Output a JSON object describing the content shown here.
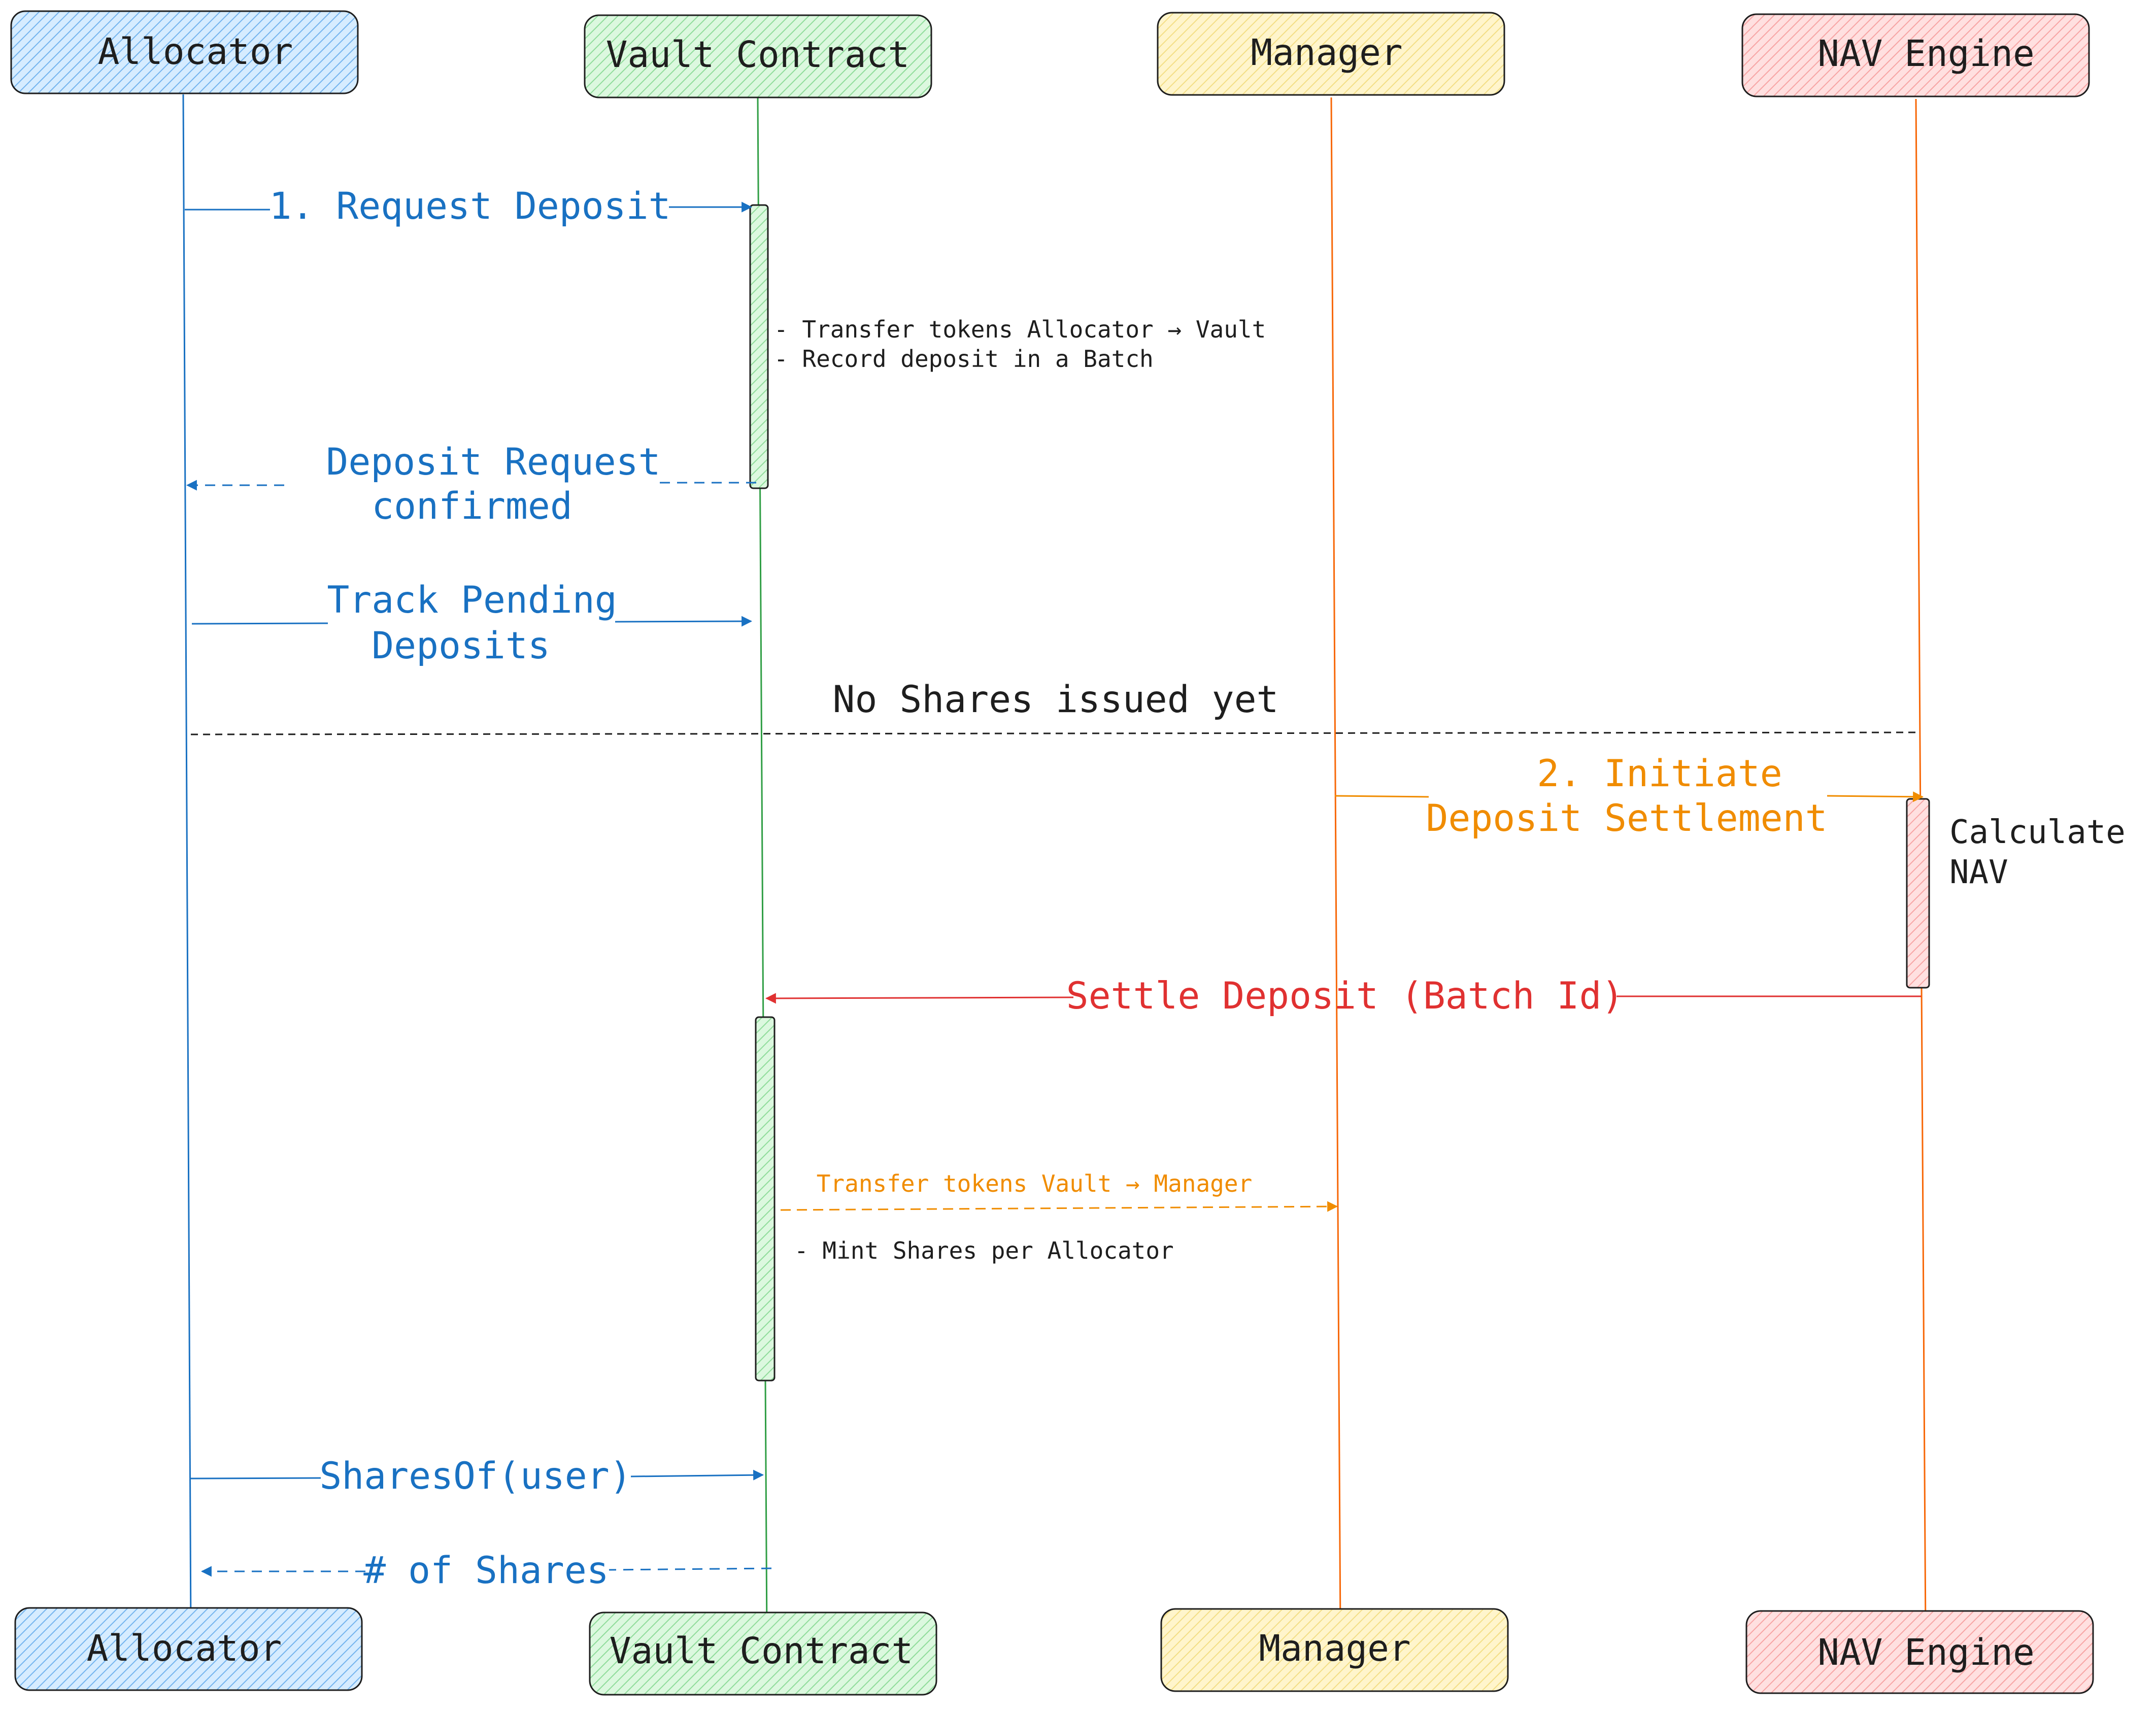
{
  "participants_top": [
    "Allocator",
    "Vault Contract",
    "Manager",
    "NAV Engine"
  ],
  "participants_bottom": [
    "Allocator",
    "Vault Contract",
    "Manager",
    "NAV Engine"
  ],
  "colors": {
    "allocator": "#1971c2",
    "vault": "#2f9e44",
    "manager": "#f08c00",
    "nav": "#e03131",
    "allocator_fill": "#a5d8ff",
    "vault_fill": "#b2f2bb",
    "manager_fill": "#ffec99",
    "nav_fill": "#ffc9c9"
  },
  "messages": {
    "request_deposit": "1. Request Deposit",
    "deposit_confirmed": [
      "Deposit Request",
      "confirmed"
    ],
    "track_pending": [
      "Track Pending",
      "Deposits"
    ],
    "initiate_settlement": [
      "2. Initiate",
      "Deposit Settlement"
    ],
    "settle_deposit": "Settle Deposit (Batch Id)",
    "transfer_to_manager": "Transfer tokens Vault → Manager",
    "shares_of": "SharesOf(user)",
    "num_shares": "# of Shares"
  },
  "notes": {
    "vault_actions": [
      "- Transfer tokens Allocator → Vault",
      "- Record deposit in a Batch"
    ],
    "mint": "- Mint Shares per Allocator",
    "calculate_nav": [
      "Calculate",
      "NAV"
    ]
  },
  "divider": "No Shares issued yet"
}
